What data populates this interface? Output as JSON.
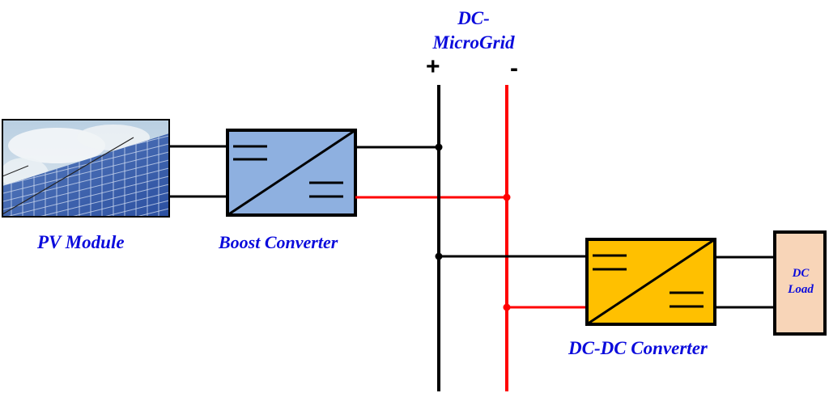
{
  "title": {
    "line1": "DC-",
    "line2": "MicroGrid"
  },
  "bus": {
    "positive_label": "+",
    "negative_label": "-",
    "positive_color": "#000000",
    "negative_color": "#ff0000"
  },
  "blocks": {
    "pv_module": {
      "label": "PV Module"
    },
    "boost_converter": {
      "label": "Boost Converter",
      "fill": "#8eb0e0"
    },
    "dcdc_converter": {
      "label": "DC-DC Converter",
      "fill": "#ffc000"
    },
    "dc_load": {
      "line1": "DC",
      "line2": "Load",
      "fill": "#f8d5b8"
    }
  },
  "colors": {
    "label_text": "#0b0bdc",
    "wire_positive": "#000000",
    "wire_negative": "#ff0000"
  }
}
